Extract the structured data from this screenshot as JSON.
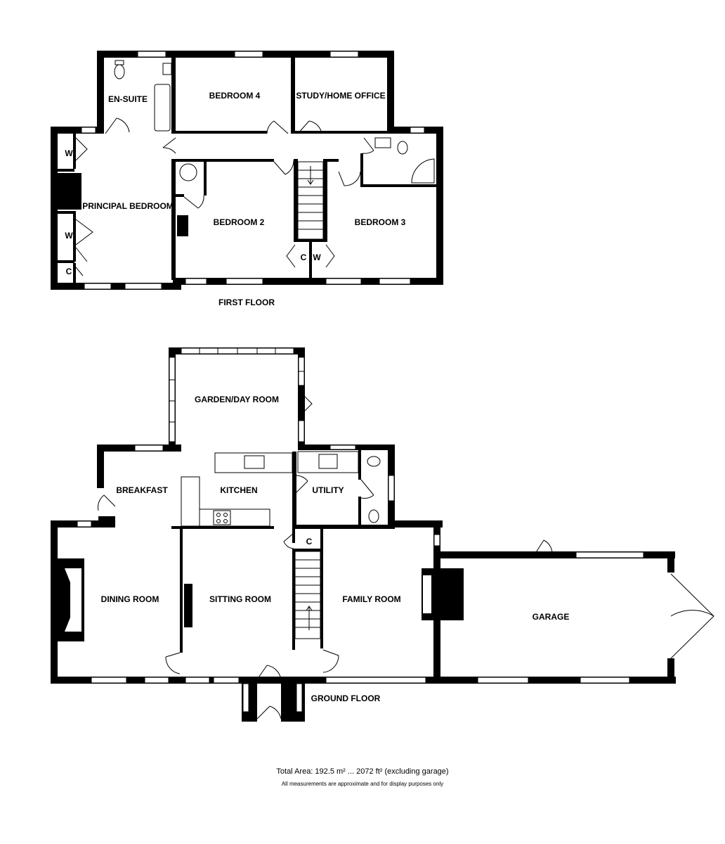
{
  "first_floor": {
    "label": "FIRST FLOOR",
    "rooms": {
      "en_suite": "EN-SUITE",
      "bedroom4": "BEDROOM 4",
      "study": "STUDY/HOME OFFICE",
      "principal": "PRINCIPAL BEDROOM",
      "bedroom2": "BEDROOM 2",
      "bedroom3": "BEDROOM 3",
      "w1": "W",
      "w2": "W",
      "c1": "C",
      "c_landing": "C",
      "w_landing": "W"
    }
  },
  "ground_floor": {
    "label": "GROUND FLOOR",
    "rooms": {
      "garden": "GARDEN/DAY ROOM",
      "breakfast": "BREAKFAST",
      "kitchen": "KITCHEN",
      "utility": "UTILITY",
      "c_hall": "C",
      "dining": "DINING ROOM",
      "sitting": "SITTING ROOM",
      "family": "FAMILY ROOM",
      "garage": "GARAGE"
    }
  },
  "footer": {
    "total_area": "Total Area: 192.5 m² ... 2072 ft² (excluding garage)",
    "disclaimer": "All measurements are approximate and for display purposes only"
  }
}
